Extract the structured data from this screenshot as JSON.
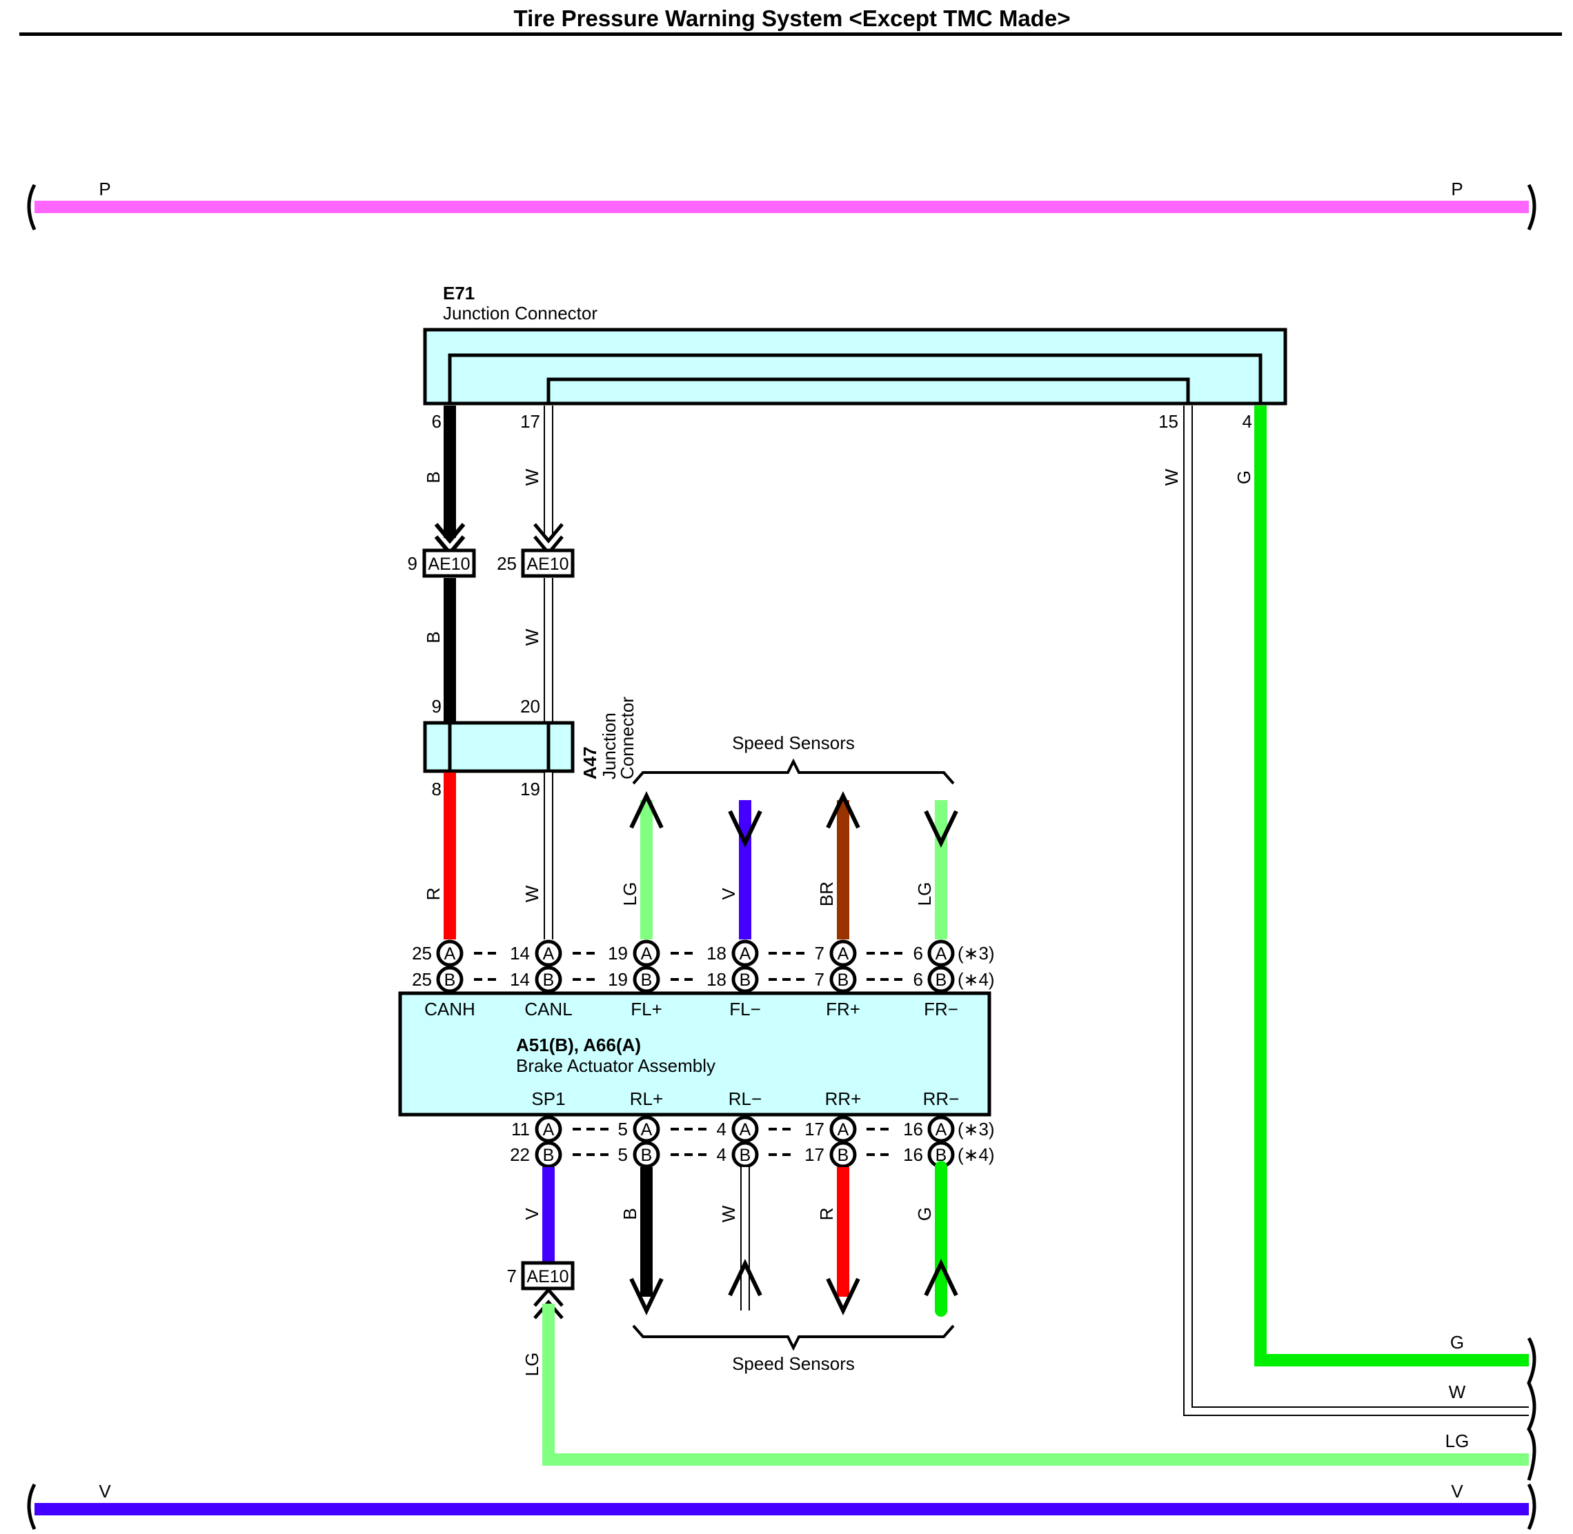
{
  "title": "Tire Pressure Warning System <Except TMC Made>",
  "bus_p": {
    "left": "P",
    "right": "P",
    "color": "#ff66ff"
  },
  "bus_v": {
    "left": "V",
    "right": "V",
    "color": "#4400ff"
  },
  "e71": {
    "code": "E71",
    "name": "Junction Connector",
    "pins": [
      "6",
      "17",
      "15",
      "4"
    ]
  },
  "a47": {
    "code": "A47",
    "name_line1": "Junction",
    "name_line2": "Connector",
    "pins": [
      "9",
      "20",
      "8",
      "19"
    ]
  },
  "ae10": {
    "label": "AE10",
    "pins": [
      "9",
      "25",
      "7"
    ]
  },
  "brake": {
    "code": "A51(B), A66(A)",
    "name": "Brake Actuator Assembly",
    "top_terminals": [
      "CANH",
      "CANL",
      "FL+",
      "FL−",
      "FR+",
      "FR−"
    ],
    "bottom_terminals": [
      "SP1",
      "RL+",
      "RL−",
      "RR+",
      "RR−"
    ],
    "top_pins_a": [
      "25",
      "14",
      "19",
      "18",
      "7",
      "6"
    ],
    "top_pins_b": [
      "25",
      "14",
      "19",
      "18",
      "7",
      "6"
    ],
    "bottom_pins_a": [
      "11",
      "5",
      "4",
      "17",
      "16"
    ],
    "bottom_pins_b": [
      "22",
      "5",
      "4",
      "17",
      "16"
    ],
    "note_a": "(∗3)",
    "note_b": "(∗4)",
    "letter_a": "A",
    "letter_b": "B"
  },
  "speed_sensors": "Speed Sensors",
  "wire_colors": {
    "B": "B",
    "W": "W",
    "G": "G",
    "R": "R",
    "LG": "LG",
    "V": "V",
    "BR": "BR"
  },
  "right_wires": {
    "g": "G",
    "w": "W",
    "lg": "LG"
  },
  "colors": {
    "connector_fill": "#ccffff",
    "black": "#000000",
    "red": "#ff0000",
    "green": "#00ee00",
    "light_green": "#80ff80",
    "violet": "#4400ff",
    "brown": "#993300",
    "white_wire": "#ffffff"
  }
}
